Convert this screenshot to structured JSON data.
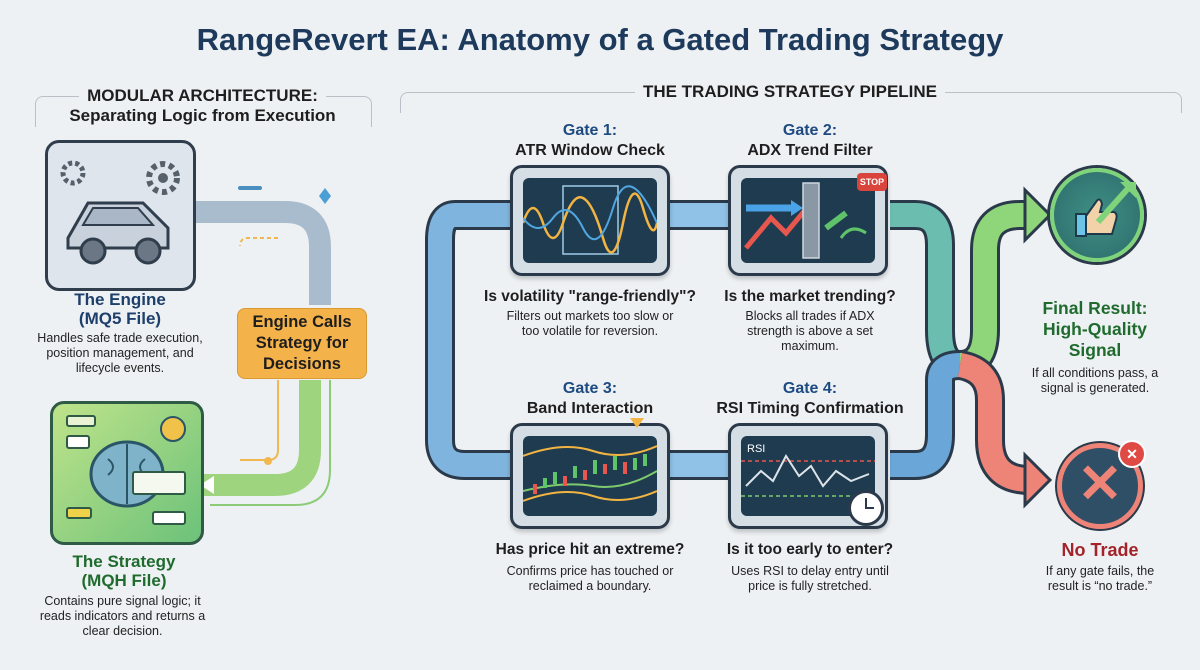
{
  "title": "RangeRevert EA: Anatomy of a Gated Trading Strategy",
  "left_section": {
    "heading": "MODULAR ARCHITECTURE:",
    "subheading": "Separating Logic from Execution",
    "engine": {
      "title": "The Engine",
      "file": "(MQ5 File)",
      "description": "Handles safe trade execution, position management, and lifecycle events."
    },
    "connector": "Engine Calls Strategy for Decisions",
    "strategy": {
      "title": "The Strategy",
      "file": "(MQH File)",
      "description": "Contains pure signal logic; it reads indicators and returns a clear decision."
    }
  },
  "pipeline": {
    "heading": "THE TRADING STRATEGY PIPELINE",
    "gates": [
      {
        "label": "Gate 1:",
        "name": "ATR Window Check",
        "question": "Is volatility \"range-friendly\"?",
        "description": "Filters out markets too slow or too volatile for reversion."
      },
      {
        "label": "Gate 2:",
        "name": "ADX Trend Filter",
        "question": "Is the market trending?",
        "description": "Blocks all trades if ADX strength is above a set maximum.",
        "badge": "STOP"
      },
      {
        "label": "Gate 3:",
        "name": "Band Interaction",
        "question": "Has price hit an extreme?",
        "description": "Confirms price has touched or reclaimed a boundary."
      },
      {
        "label": "Gate 4:",
        "name": "RSI Timing Confirmation",
        "question": "Is it too early to enter?",
        "description": "Uses RSI to delay entry until price is fully stretched.",
        "badge": "RSI"
      }
    ],
    "success": {
      "title1": "Final Result:",
      "title2": "High-Quality",
      "title3": "Signal",
      "description": "If all conditions pass, a signal is generated."
    },
    "failure": {
      "title": "No Trade",
      "description": "If any gate fails, the result is “no trade.”"
    }
  },
  "colors": {
    "title": "#1d3a5c",
    "pipe_blue": "#6fa8d6",
    "pipe_green": "#7fcf6e",
    "pipe_red": "#e8736b",
    "orange": "#f4b24a"
  }
}
